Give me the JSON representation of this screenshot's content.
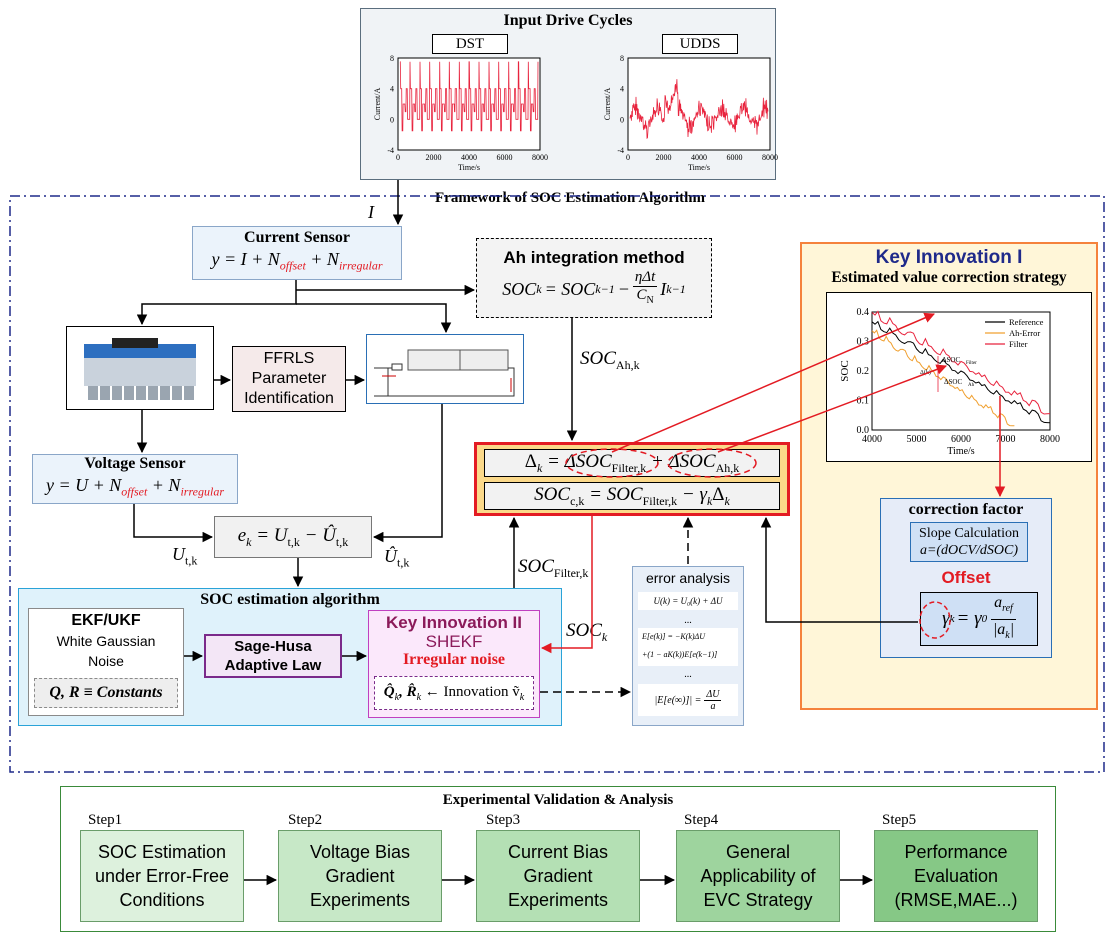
{
  "input": {
    "title": "Input Drive Cycles",
    "dst_label": "DST",
    "udds_label": "UDDS",
    "ylabel": "Current/A",
    "xlabel": "Time/s",
    "yticks": [
      "8",
      "4",
      "0",
      "-4"
    ],
    "xticks": [
      "0",
      "2000",
      "4000",
      "6000",
      "8000"
    ]
  },
  "framework_title": "Framework of SOC Estimation Algorithm",
  "current_sensor": {
    "title": "Current Sensor",
    "eq_lhs": "y = I + N",
    "sub1": "offset",
    "mid": " + N",
    "sub2": "irregular"
  },
  "voltage_sensor": {
    "title": "Voltage Sensor",
    "eq_lhs": "y = U + N",
    "sub1": "offset",
    "mid": " + N",
    "sub2": "irregular"
  },
  "I_label": "I",
  "ah": {
    "title": "Ah integration method",
    "soc": "SOC",
    "k": "k",
    "eq_mid": " = SOC",
    "km1": "k−1",
    "minus": "−",
    "num": "ηΔt",
    "den": "C",
    "den_sub": "N",
    "I": "I",
    "Isub": "k−1"
  },
  "soc_ah_label": {
    "main": "SOC",
    "sub": "Ah,k"
  },
  "ffrls": {
    "l1": "FFRLS",
    "l2": "Parameter",
    "l3": "Identification"
  },
  "ek": {
    "main": "e",
    "sub_k": "k",
    "eq": " = U",
    "sub_t": "t,k",
    "minus": " − Û",
    "sub_t2": "t,k"
  },
  "Ut_label": {
    "main": "U",
    "sub": "t,k"
  },
  "Uhat_label": {
    "main": "Û",
    "sub": "t,k"
  },
  "delta": {
    "lhs": "Δ",
    "k": "k",
    "eq": " = ",
    "dsoc": "ΔSOC",
    "filter": "Filter,k",
    "plus": " + ",
    "dsoc2": "ΔSOC",
    "ah": "Ah,k"
  },
  "socc": {
    "main": "SOC",
    "ck": "c,k",
    "eq": " = SOC",
    "filter": "Filter,k",
    "minus": " − γ",
    "k": "k",
    "delta": "Δ",
    "k2": "k"
  },
  "soc_filter_label": {
    "main": "SOC",
    "sub": "Filter,k"
  },
  "soc_k_label": {
    "main": "SOC",
    "sub": "k"
  },
  "key1": {
    "title": "Key Innovation I",
    "subtitle": "Estimated value correction strategy",
    "legend": [
      "Reference",
      "Ah-Error",
      "Filter"
    ],
    "ylabel": "SOC",
    "xlabel": "Time/s",
    "yticks": [
      "0.4",
      "0.3",
      "0.2",
      "0.1",
      "0.0"
    ],
    "xticks": [
      "4000",
      "5000",
      "6000",
      "7000",
      "8000"
    ],
    "ann1": "ΔSOC",
    "ann1sub": "Filter",
    "ann2": "Δ(k)",
    "ann3": "ΔSOC",
    "ann3sub": "Ah",
    "corr_title": "correction factor",
    "slope1": "Slope Calculation",
    "slope2": "a=(dOCV/dSOC)",
    "offset": "Offset",
    "gamma_lhs": "γ",
    "gamma_k": "k",
    "gamma_eq": " = γ",
    "gamma_0": "0",
    "a_ref": "a",
    "a_ref_sub": "ref",
    "a_k": "|a",
    "a_k_sub": "k",
    "a_k_end": "|"
  },
  "soc_algo": {
    "title": "SOC estimation algorithm",
    "ekf_title": "EKF/UKF",
    "ekf_l1": "White Gaussian",
    "ekf_l2": "Noise",
    "qr": "Q, R ≡ Constants",
    "sage_l1": "Sage-Husa",
    "sage_l2": "Adaptive Law",
    "key2_title": "Key Innovation II",
    "shekf": "SHEKF",
    "irregular": "Irregular noise",
    "qhat": "Q̂",
    "k1": "k",
    "rhat": ", R̂",
    "k2": "k",
    "innov": " ← Innovation ṽ",
    "k3": "k"
  },
  "error_analysis": {
    "title": "error analysis",
    "e1": "U(k) = U₀(k) + ΔU",
    "dots": "...",
    "e2": "E[e(k)] = −K(k)ΔU",
    "e3": "+(1 − aK(k))E[e(k−1)]",
    "e4_lhs": "|E[e(∞)]| =",
    "e4_num": "ΔU",
    "e4_den": "a"
  },
  "experimental": {
    "title": "Experimental Validation & Analysis",
    "steps": [
      {
        "label": "Step1",
        "text": "SOC Estimation under Error-Free Conditions",
        "color": "#ddf1dd"
      },
      {
        "label": "Step2",
        "text": "Voltage Bias Gradient Experiments",
        "color": "#c7e8c7"
      },
      {
        "label": "Step3",
        "text": "Current Bias Gradient Experiments",
        "color": "#b4e0b4"
      },
      {
        "label": "Step4",
        "text": "General Applicability of EVC Strategy",
        "color": "#9ed49e"
      },
      {
        "label": "Step5",
        "text": "Performance Evaluation (RMSE,MAE...)",
        "color": "#86c886"
      }
    ]
  },
  "colors": {
    "red": "#e31b23",
    "blue_dash": "#1f2a8a",
    "orange": "#f5823c",
    "yellow_bg": "#fff6d8",
    "green": "#3a8a3a"
  }
}
